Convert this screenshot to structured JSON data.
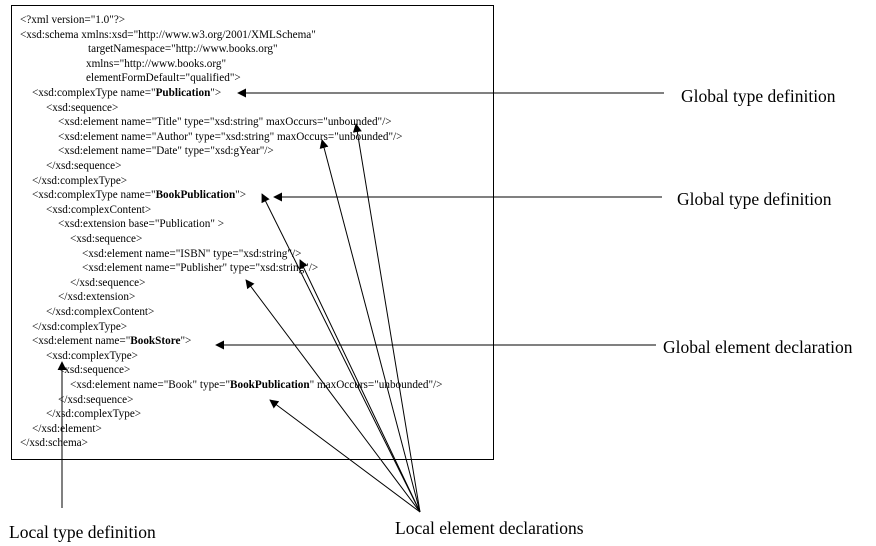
{
  "code_lines": [
    {
      "parts": [
        "<?xml version=\"1.0\"?>"
      ]
    },
    {
      "parts": [
        "<xsd:schema xmlns:xsd=\"http://www.w3.org/2001/XMLSchema\""
      ]
    },
    {
      "parts": [
        "targetNamespace=\"http://www.books.org\""
      ]
    },
    {
      "parts": [
        "xmlns=\"http://www.books.org\""
      ]
    },
    {
      "parts": [
        "elementFormDefault=\"qualified\">"
      ]
    },
    {
      "parts": [
        "<xsd:complexType name=\"",
        "Publication",
        "\">"
      ]
    },
    {
      "parts": [
        "<xsd:sequence>"
      ]
    },
    {
      "parts": [
        "<xsd:element name=\"Title\" type=\"xsd:string\" maxOccurs=\"unbounded\"/>"
      ]
    },
    {
      "parts": [
        "<xsd:element name=\"Author\" type=\"xsd:string\" maxOccurs=\"unbounded\"/>"
      ]
    },
    {
      "parts": [
        "<xsd:element name=\"Date\" type=\"xsd:gYear\"/>"
      ]
    },
    {
      "parts": [
        "</xsd:sequence>"
      ]
    },
    {
      "parts": [
        "</xsd:complexType>"
      ]
    },
    {
      "parts": [
        "<xsd:complexType name=\"",
        "BookPublication",
        "\">"
      ]
    },
    {
      "parts": [
        "<xsd:complexContent>"
      ]
    },
    {
      "parts": [
        "<xsd:extension base=\"Publication\" >"
      ]
    },
    {
      "parts": [
        "<xsd:sequence>"
      ]
    },
    {
      "parts": [
        "<xsd:element name=\"ISBN\" type=\"xsd:string\"/>"
      ]
    },
    {
      "parts": [
        "<xsd:element name=\"Publisher\" type=\"xsd:string\"/>"
      ]
    },
    {
      "parts": [
        "</xsd:sequence>"
      ]
    },
    {
      "parts": [
        "</xsd:extension>"
      ]
    },
    {
      "parts": [
        "</xsd:complexContent>"
      ]
    },
    {
      "parts": [
        "</xsd:complexType>"
      ]
    },
    {
      "parts": [
        "<xsd:element name=\"",
        "BookStore",
        "\">"
      ]
    },
    {
      "parts": [
        "<xsd:complexType>"
      ]
    },
    {
      "parts": [
        "<xsd:sequence>"
      ]
    },
    {
      "parts": [
        "<xsd:element name=\"Book\" type=\"",
        "BookPublication",
        "\" maxOccurs=\"unbounded\"/>"
      ]
    },
    {
      "parts": [
        "</xsd:sequence>"
      ]
    },
    {
      "parts": [
        "</xsd:complexType>"
      ]
    },
    {
      "parts": [
        "</xsd:element>"
      ]
    },
    {
      "parts": [
        "</xsd:schema>"
      ]
    }
  ],
  "labels": {
    "global_type_1": "Global type definition",
    "global_type_2": "Global type definition",
    "global_element": "Global element declaration",
    "local_type": "Local type definition",
    "local_elements": "Local element declarations"
  }
}
